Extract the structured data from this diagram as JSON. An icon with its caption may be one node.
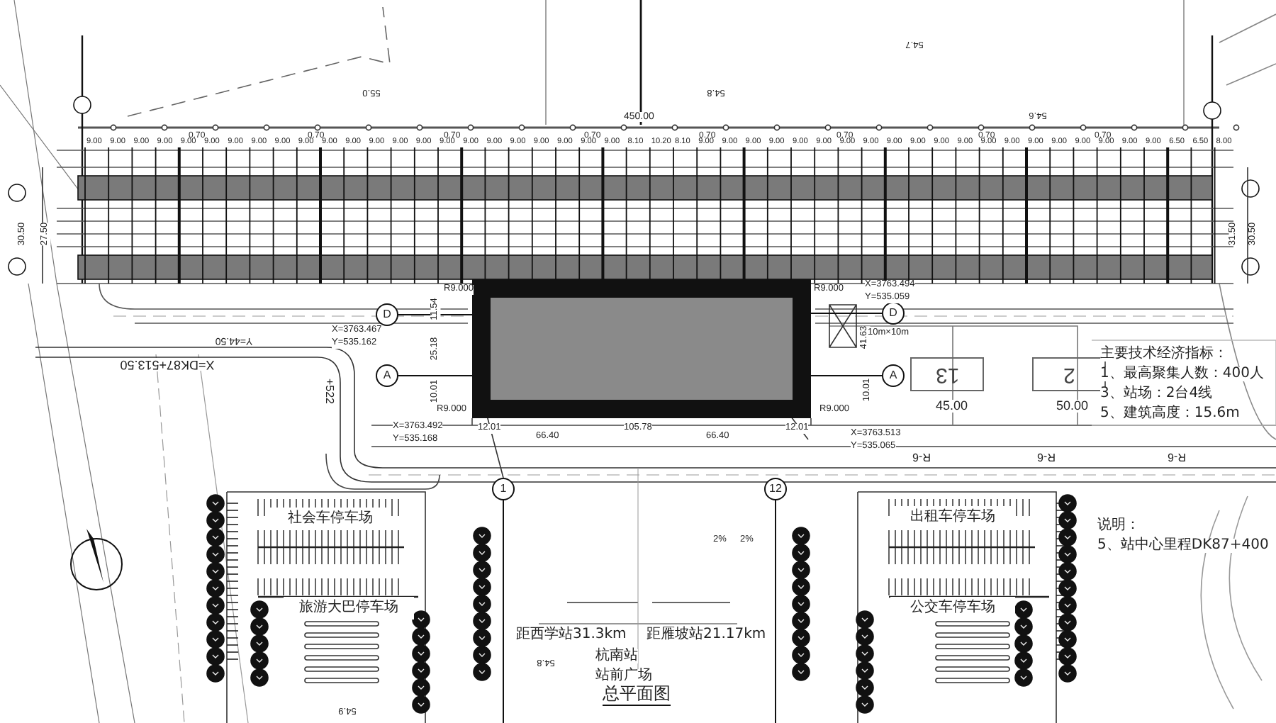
{
  "diagram": {
    "title": "总平面图",
    "nodes": [
      {
        "text": [],
        "shape": "box"
      },
      {
        "text": [
          "D"
        ]
      },
      {
        "text": [
          "A"
        ]
      },
      {
        "text": [
          "D"
        ]
      },
      {
        "text": [
          "A"
        ]
      },
      {
        "text": [
          "1"
        ]
      },
      {
        "text": [
          "12"
        ]
      },
      {
        "text": [
          "社会车停车场"
        ]
      },
      {
        "text": [
          "旅游大巴停车场"
        ]
      },
      {
        "text": [
          "出租车停车场"
        ]
      },
      {
        "text": [
          "公交车停车场"
        ]
      },
      {
        "text": [
          "13"
        ]
      },
      {
        "text": [
          "2"
        ]
      }
    ],
    "edges": [
      {
        "from": 1,
        "to": 0,
        "arrow": "none"
      },
      {
        "from": 2,
        "to": 0,
        "arrow": "none"
      },
      {
        "from": 3,
        "to": 0,
        "arrow": "none"
      },
      {
        "from": 4,
        "to": 0,
        "arrow": "none"
      }
    ],
    "labels": [
      "450.00",
      "0.70",
      "0.70",
      "0.70",
      "0.70",
      "0.70",
      "0.70",
      "0.70",
      "0.70",
      "9.00",
      "9.00",
      "9.00",
      "9.00",
      "9.00",
      "9.00",
      "9.00",
      "9.00",
      "9.00",
      "9.00",
      "9.00",
      "9.00",
      "9.00",
      "9.00",
      "9.00",
      "9.00",
      "9.00",
      "9.00",
      "9.00",
      "9.00",
      "9.00",
      "9.00",
      "9.00",
      "8.10",
      "10.20",
      "8.10",
      "9.00",
      "9.00",
      "9.00",
      "9.00",
      "9.00",
      "9.00",
      "9.00",
      "9.00",
      "9.00",
      "9.00",
      "9.00",
      "9.00",
      "9.00",
      "9.00",
      "9.00",
      "9.00",
      "9.00",
      "9.00",
      "9.00",
      "9.00",
      "6.50",
      "6.50",
      "8.00",
      "30.50",
      "27.50",
      "31.50",
      "30.50",
      "R9.000",
      "11.54",
      "X=3763.467",
      "Y=535.162",
      "25.18",
      "10.01",
      "R9.000",
      "X=3763.492",
      "Y=535.168",
      "12.01",
      "66.40",
      "105.78",
      "66.40",
      "12.01",
      "R9.000",
      "X=3763.494",
      "Y=535.059",
      "41.63",
      "10m×10m",
      "10.01",
      "R9.000",
      "X=3763.513",
      "Y=535.065",
      "45.00",
      "50.00",
      "R-6",
      "R-6",
      "R-6",
      "X=DK87+513.50",
      "Y=44.50",
      "+522",
      "2%",
      "2%",
      "距西学站31.3km",
      "距雁坡站21.17km",
      "杭南站",
      "站前广场",
      "主要技术经济指标：",
      "1、最高聚集人数：400人",
      "3、站场：2台4线",
      "5、建筑高度：15.6m",
      "说明：",
      "5、站中心里程DK87+400",
      "54.8",
      "54.7",
      "54.6",
      "55.0",
      "54.9",
      "54.8"
    ]
  }
}
